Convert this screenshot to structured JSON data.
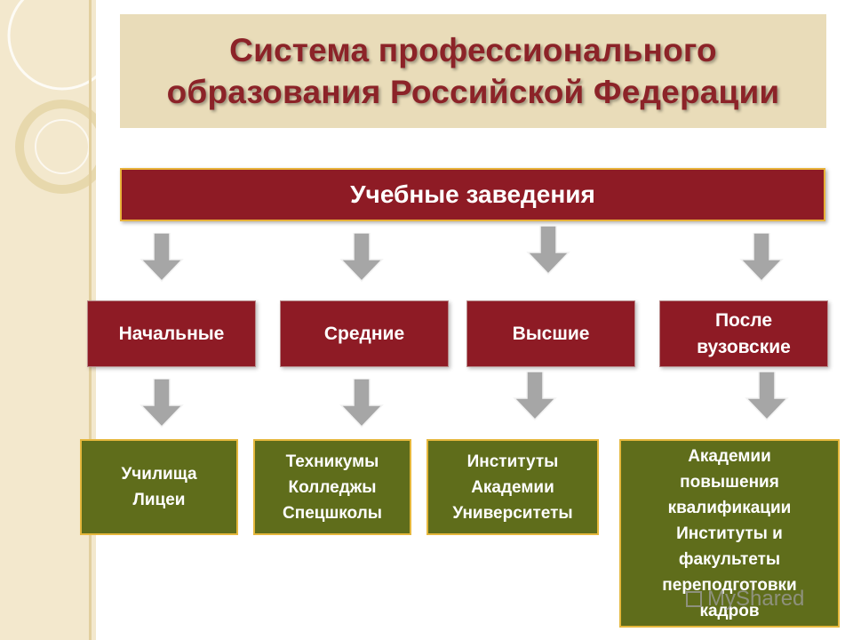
{
  "title": {
    "line1": "Система профессионального",
    "line2": "образования Российской Федерации"
  },
  "header": "Учебные заведения",
  "levels": [
    {
      "label_lines": [
        "Начальные"
      ],
      "institutions": [
        "Училища",
        "Лицеи"
      ]
    },
    {
      "label_lines": [
        "Средние"
      ],
      "institutions": [
        "Техникумы",
        "Колледжы",
        "Спецшколы"
      ]
    },
    {
      "label_lines": [
        "Высшие"
      ],
      "institutions": [
        "Институты",
        "Академии",
        "Университеты"
      ]
    },
    {
      "label_lines": [
        "После",
        "вузовские"
      ],
      "institutions": [
        "Академии",
        "повышения",
        "квалификации",
        "Институты и",
        "факультеты",
        "переподготовки",
        "кадров"
      ]
    }
  ],
  "watermark": "MyShared",
  "colors": {
    "title_text": "#8c2328",
    "red_box": "#8e1b25",
    "green_box": "#5f6d1b",
    "border_gold": "#e8b23a",
    "title_bg": "#e9dcb9",
    "arrow": "#a6a6a6"
  }
}
